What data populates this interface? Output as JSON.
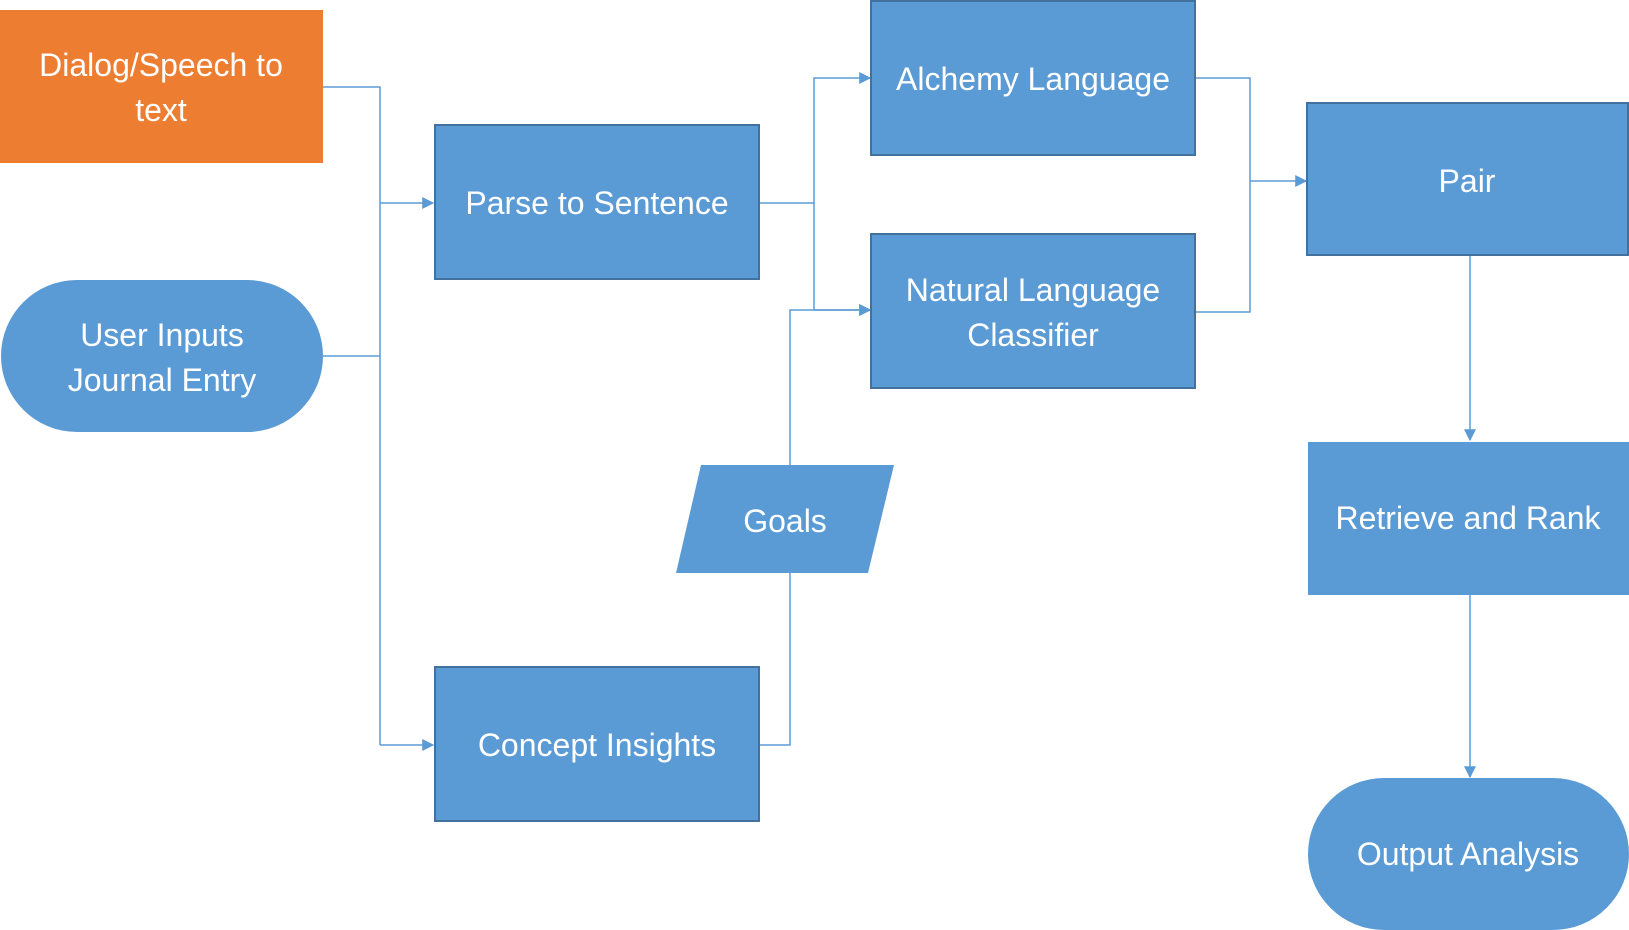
{
  "colors": {
    "process_fill": "#5b9bd5",
    "process_stroke": "#41719c",
    "input_fill": "#ed7d31",
    "text": "#ffffff",
    "connector": "#5b9bd5"
  },
  "nodes": {
    "dialog_speech": {
      "lines": [
        "Dialog/Speech to",
        "text"
      ],
      "shape": "rectangle"
    },
    "user_inputs": {
      "lines": [
        "User Inputs",
        "Journal Entry"
      ],
      "shape": "terminator"
    },
    "parse_sentence": {
      "lines": [
        "Parse to Sentence"
      ],
      "shape": "rectangle"
    },
    "concept_insights": {
      "lines": [
        "Concept Insights"
      ],
      "shape": "rectangle"
    },
    "goals": {
      "lines": [
        "Goals"
      ],
      "shape": "parallelogram"
    },
    "alchemy_language": {
      "lines": [
        "Alchemy Language"
      ],
      "shape": "rectangle"
    },
    "nl_classifier": {
      "lines": [
        "Natural Language",
        "Classifier"
      ],
      "shape": "rectangle"
    },
    "pair": {
      "lines": [
        "Pair"
      ],
      "shape": "rectangle"
    },
    "retrieve_rank": {
      "lines": [
        "Retrieve and Rank"
      ],
      "shape": "rectangle"
    },
    "output_analysis": {
      "lines": [
        "Output Analysis"
      ],
      "shape": "terminator"
    }
  }
}
